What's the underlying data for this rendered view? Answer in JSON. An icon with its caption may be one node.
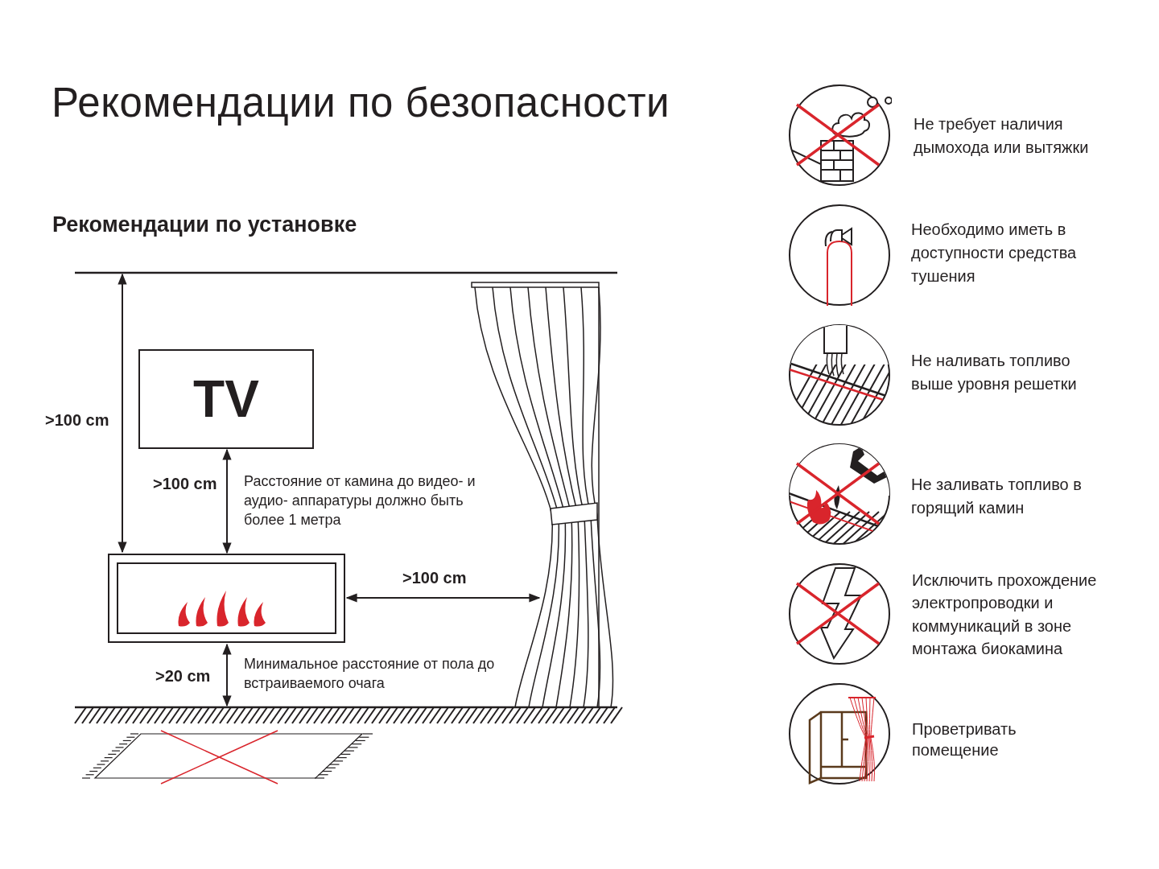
{
  "diagram": {
    "title": "Рекомендации по безопасности",
    "nodes": [
      {
        "text": [
          "TV"
        ]
      },
      {
        "text": [],
        "shape": "box"
      }
    ],
    "edges": [
      {
        "from": 0,
        "to": 1,
        "arrow": "both"
      }
    ],
    "labels": [
      "Рекомендации по установке",
      ">100 cm",
      ">100 cm",
      "Расстояние от камина до видео- и аудио- аппаратуры должно быть более 1 метра",
      ">100 cm",
      ">20 cm",
      "Минимальное расстояние от пола до встраиваемого очага",
      "Не требует наличия дымохода или вытяжки",
      "Необходимо иметь в доступности средства тушения",
      "Не наливать топливо выше уровня решетки",
      "Не заливать топливо в горящий камин",
      "Исключить прохождение электропроводки и коммуникаций в зоне монтажа биокамина",
      "Проветривать помещение"
    ]
  }
}
